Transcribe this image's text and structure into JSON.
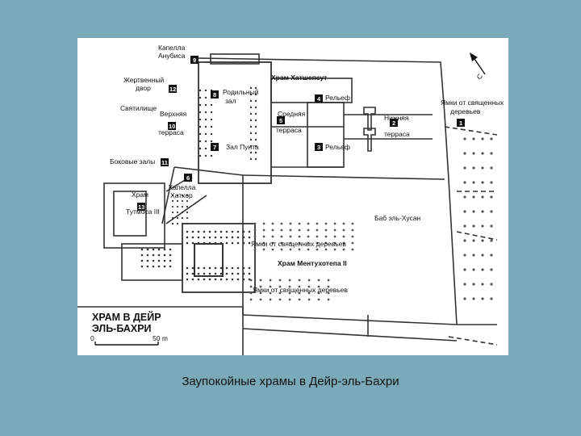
{
  "caption": "Заупокойные храмы в Дейр-эль-Бахри",
  "legend": {
    "title_line1": "ХРАМ В ДЕЙР",
    "title_line2": "ЭЛЬ-БАХРИ",
    "scale_start": "0",
    "scale_end": "50 m"
  },
  "labels": {
    "anubis_chapel_1": "Капелла",
    "anubis_chapel_2": "Анубиса",
    "altar_1": "Жертвенный",
    "altar_2": "двор",
    "sanctuary": "Святилище",
    "upper_1": "Верхняя",
    "upper_2": "терраса",
    "hatshepsut": "Храм Хатшепсут",
    "birth_hall_1": "Родильный",
    "birth_hall_2": "зал",
    "relief_top": "Рельеф",
    "middle_1": "Средняя",
    "middle_2": "терраса",
    "punt_hall": "Зал Пунта",
    "relief_bottom": "Рельеф",
    "lower_1": "Нижняя",
    "lower_2": "терраса",
    "tree_pits_right_1": "Ямки от священных",
    "tree_pits_right_2": "деревьев",
    "side_halls": "Боковые залы",
    "hathor_1": "Капелла",
    "hathor_2": "Хатхор",
    "thutmose_1": "Храм",
    "thutmose_2": "Тутмоса III",
    "bab_el_hosan": "Баб эль-Хусан",
    "tree_pits_mid": "Ямки от священных деревьев",
    "mentuhotep": "Храм Ментухотепа II",
    "tree_pits_low": "Ямки от священных деревьев",
    "north_arrow": "С"
  },
  "numbers": [
    "1",
    "2",
    "3",
    "4",
    "5",
    "6",
    "7",
    "8",
    "9",
    "10",
    "11",
    "12",
    "13"
  ]
}
